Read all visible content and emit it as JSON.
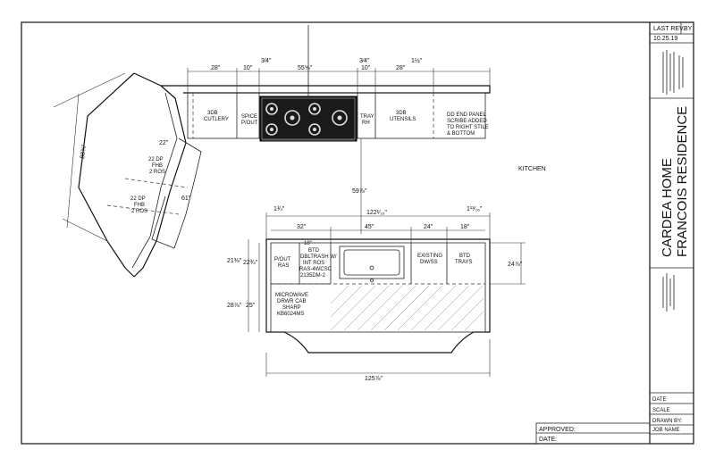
{
  "title_block": {
    "last_rev_label": "LAST REV.",
    "by_label": "BY",
    "last_rev_date": "10.25.19",
    "company": "CARDEA HOME",
    "project": "FRANCOIS RESIDENCE",
    "date_label": "DATE",
    "scale_label": "SCALE",
    "drawn_by_label": "DRAWN BY:",
    "job_name_label": "JOB NAME"
  },
  "approval": {
    "approved_label": "APPROVED:",
    "date_label": "DATE:"
  },
  "room_label": "KITCHEN",
  "dimensions": {
    "top_28_left": "28\"",
    "top_10_left": "10\"",
    "top_3_4_left": "3⁄4\"",
    "top_55": "55⅝\"",
    "top_3_4_right": "3⁄4\"",
    "top_10_right": "10\"",
    "top_28_right": "28\"",
    "top_1_5": "1½\"",
    "left_88": "88¾\"",
    "wall_22": "22\"",
    "wall_61": "61\"",
    "center_59": "59⅞\"",
    "island_1_3_4": "1¾\"",
    "island_122": "122¹⁄₁₆\"",
    "island_1_13": "1¹³⁄₁₆\"",
    "island_32": "32\"",
    "island_45": "45\"",
    "island_24": "24\"",
    "island_18": "18\"",
    "island_18b": "18\"",
    "island_21": "21⅜\"",
    "island_22": "22¾\"",
    "island_24_7": "24⅞\"",
    "island_28": "28⅞\"",
    "island_25": "25\"",
    "island_125": "125⅞\""
  },
  "cabinets": {
    "cutlery": [
      "3DB",
      "CUTLERY"
    ],
    "spice": [
      "SPICE",
      "P/OUT"
    ],
    "tray": [
      "TRAY",
      "RH"
    ],
    "utensils": [
      "3DB",
      "UTENSILS"
    ],
    "end_panel": [
      "DD END PANEL",
      "SCRIBE ADDED",
      "TO RIGHT STILE",
      "&  BOTTOM"
    ],
    "wall_upper": [
      "22 DP",
      "FHB",
      "2 ROS"
    ],
    "wall_lower": [
      "22 DP",
      "FHB",
      "2 ROS"
    ],
    "pout": [
      "P/OUT",
      "RAS"
    ],
    "trash": [
      "BTD",
      "DBLTRASH W/",
      "INT ROS",
      "RAS-4WCSC",
      "2135DM-2"
    ],
    "dw": [
      "EXISTING",
      "DW/SS"
    ],
    "btd_trays": [
      "BTD",
      "TRAYS"
    ],
    "microwave": [
      "MICROWAVE",
      "DRWR CAB",
      "SHARP",
      "KB6024MS"
    ]
  },
  "colors": {
    "line": "#111111",
    "background": "#ffffff"
  }
}
